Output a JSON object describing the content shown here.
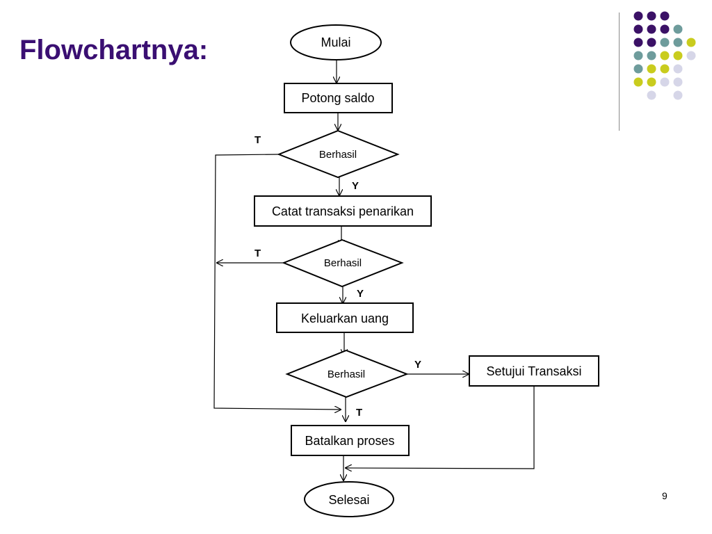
{
  "slide": {
    "title": "Flowchartnya:",
    "page_number": "9"
  },
  "decoration": {
    "dot_colors": {
      "purple": "#3b1166",
      "teal": "#6e9c9c",
      "yellow": "#c9cc1e",
      "lavender": "#d6d6e8"
    },
    "dot_rows": [
      [
        "purple",
        "purple",
        "purple"
      ],
      [
        "purple",
        "purple",
        "purple",
        "teal"
      ],
      [
        "purple",
        "purple",
        "teal",
        "teal",
        "yellow"
      ],
      [
        "teal",
        "teal",
        "yellow",
        "yellow",
        "lavender"
      ],
      [
        "teal",
        "yellow",
        "yellow",
        "lavender"
      ],
      [
        "yellow",
        "yellow",
        "lavender",
        "lavender"
      ],
      [
        "lavender",
        "lavender"
      ]
    ]
  },
  "flowchart": {
    "nodes": {
      "start": "Mulai",
      "potong_saldo": "Potong saldo",
      "decision_1": "Berhasil",
      "catat_transaksi": "Catat transaksi penarikan",
      "decision_2": "Berhasil",
      "keluarkan_uang": "Keluarkan uang",
      "decision_3": "Berhasil",
      "setujui_transaksi": "Setujui Transaksi",
      "batalkan_proses": "Batalkan proses",
      "end": "Selesai"
    },
    "edge_labels": {
      "d1_false": "T",
      "d1_true": "Y",
      "d2_false": "T",
      "d2_true": "Y",
      "d3_true": "Y",
      "d3_false": "T"
    }
  }
}
